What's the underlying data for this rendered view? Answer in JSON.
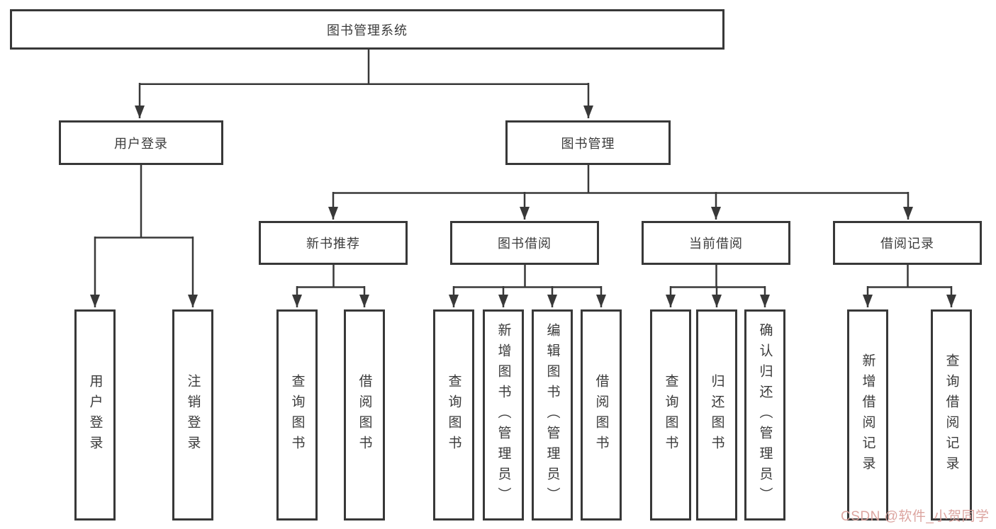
{
  "diagram_type": "feature-tree",
  "tree": {
    "label": "图书管理系统",
    "children": [
      {
        "label": "用户登录",
        "children": [
          {
            "label": "用户登录"
          },
          {
            "label": "注销登录"
          }
        ]
      },
      {
        "label": "图书管理",
        "children": [
          {
            "label": "新书推荐",
            "children": [
              {
                "label": "查询图书"
              },
              {
                "label": "借阅图书"
              }
            ]
          },
          {
            "label": "图书借阅",
            "children": [
              {
                "label": "查询图书"
              },
              {
                "label": "新增图书（管理员）"
              },
              {
                "label": "编辑图书（管理员）"
              },
              {
                "label": "借阅图书"
              }
            ]
          },
          {
            "label": "当前借阅",
            "children": [
              {
                "label": "查询图书"
              },
              {
                "label": "归还图书"
              },
              {
                "label": "确认归还（管理员）"
              }
            ]
          },
          {
            "label": "借阅记录",
            "children": [
              {
                "label": "新增借阅记录"
              },
              {
                "label": "查询借阅记录"
              }
            ]
          }
        ]
      }
    ]
  },
  "watermark": {
    "text": "CSDN @软件_小贺同学"
  },
  "colors": {
    "line": "#383838",
    "box_border": "#383838",
    "box_background": "#ffffff",
    "text": "#3b3b3b",
    "watermark": "#daa09b",
    "background": "#ffffff"
  }
}
